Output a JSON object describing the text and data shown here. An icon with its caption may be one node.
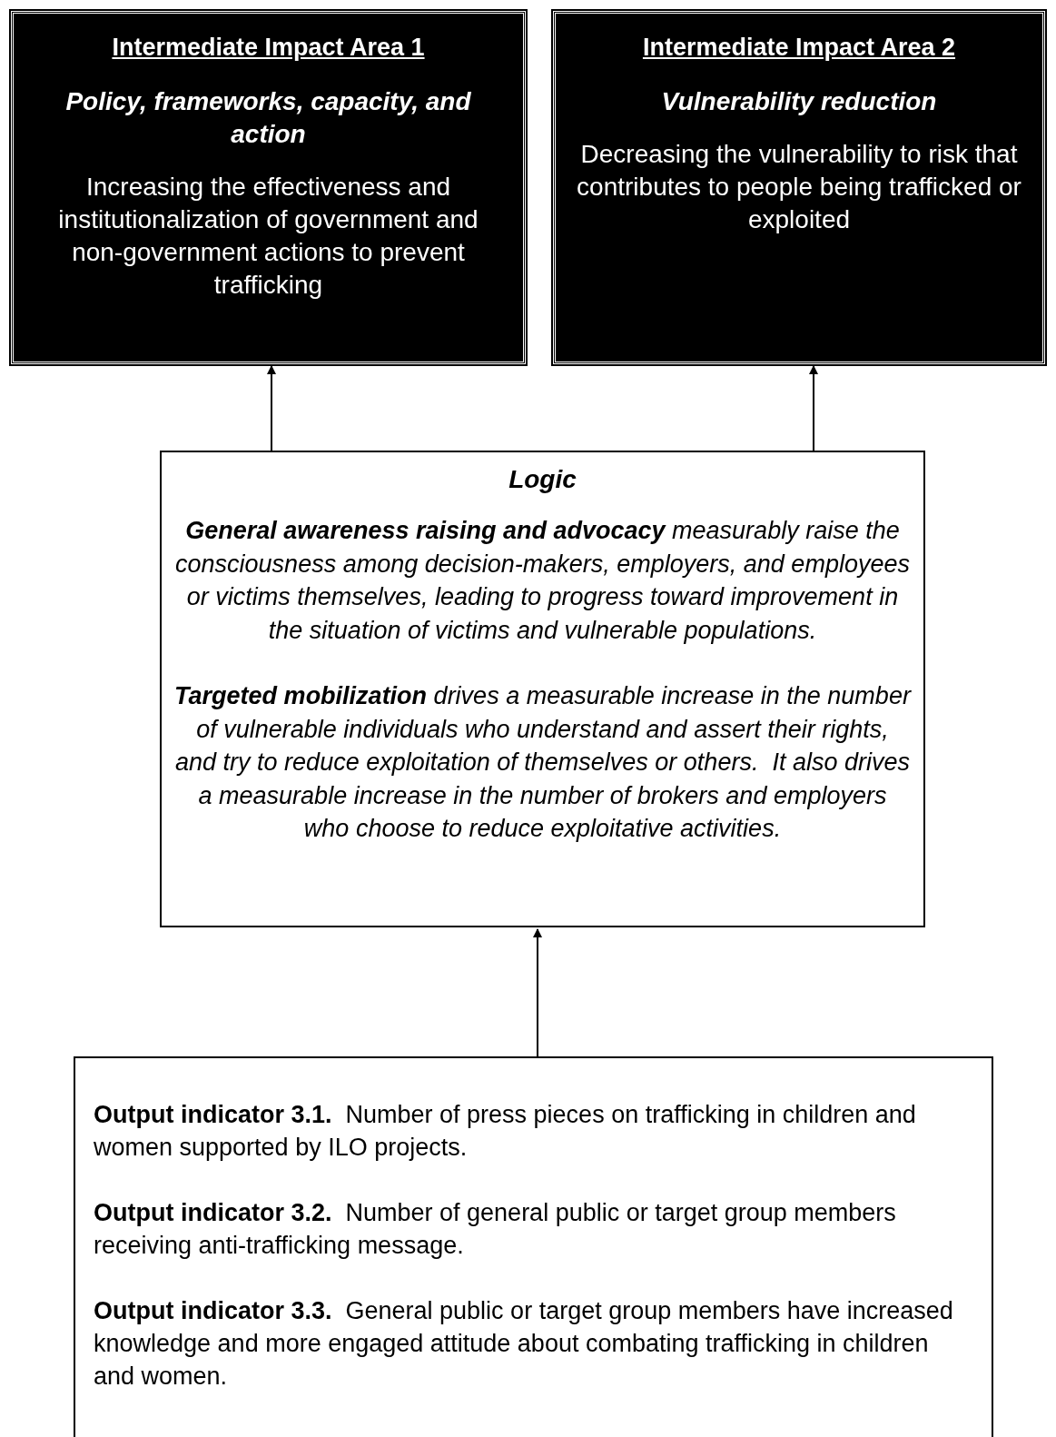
{
  "diagram": {
    "nodes": [
      {
        "text": [
          "Intermediate Impact Area 1",
          "Policy, frameworks, capacity, and action",
          "Increasing the effectiveness and institutionalization of government and non-government actions to prevent trafficking"
        ]
      },
      {
        "text": [
          "Intermediate Impact Area 2",
          "Vulnerability reduction",
          "Decreasing the vulnerability to risk that contributes to people being trafficked or exploited"
        ]
      },
      {
        "text": [
          "Logic",
          "**General awareness raising and advocacy** measurably raise the consciousness among decision-makers, employers, and employees or victims themselves, leading to progress toward improvement in the situation of victims and vulnerable populations.",
          "**Targeted mobilization** drives a measurable increase in the number of vulnerable individuals who understand and assert their rights, and try to reduce exploitation of themselves or others.  It also drives a measurable increase in the number of brokers and employers who choose to reduce exploitative activities."
        ]
      },
      {
        "text": [
          "**Output indicator 3.1.**  Number of press pieces on trafficking in children and women supported by ILO projects.",
          "**Output indicator 3.2.**  Number of general public or target group members receiving anti-trafficking message.",
          "**Output indicator 3.3.**  General public or target group members have increased knowledge and more engaged attitude about combating trafficking in children and women."
        ]
      }
    ],
    "edges": [
      {
        "from": 2,
        "to": 0,
        "arrow": "to"
      },
      {
        "from": 2,
        "to": 1,
        "arrow": "to"
      },
      {
        "from": 3,
        "to": 2,
        "arrow": "to"
      }
    ]
  }
}
